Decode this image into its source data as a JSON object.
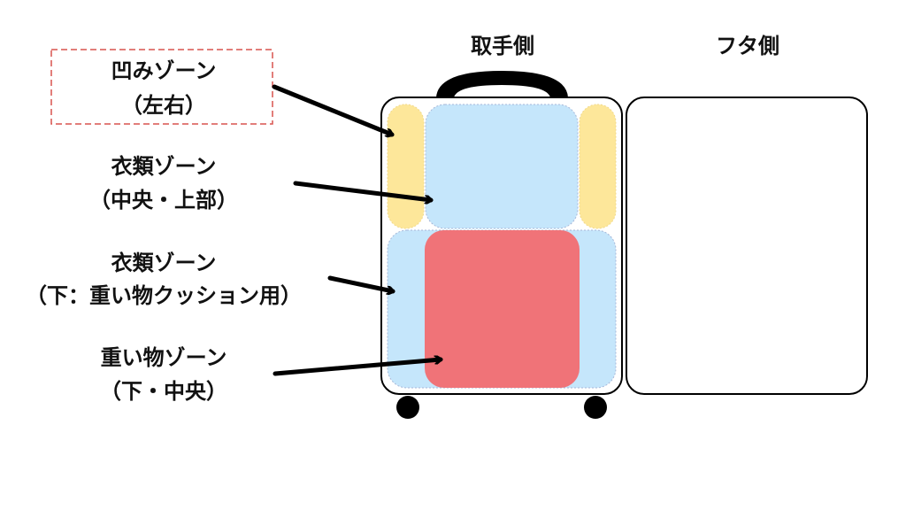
{
  "headers": {
    "handle_side": "取手側",
    "lid_side": "フタ側"
  },
  "labels": [
    {
      "line1": "凹みゾーン",
      "line2": "（左右）"
    },
    {
      "line1": "衣類ゾーン",
      "line2": "（中央・上部）"
    },
    {
      "line1": "衣類ゾーン",
      "line2": "（下：重い物クッション用）"
    },
    {
      "line1": "重い物ゾーン",
      "line2": "（下・中央）"
    }
  ],
  "colors": {
    "side_zone": "#fde79a",
    "clothes_zone": "#c5e6fb",
    "heavy_zone": "#f07378",
    "highlight_border": "#d9534f"
  }
}
